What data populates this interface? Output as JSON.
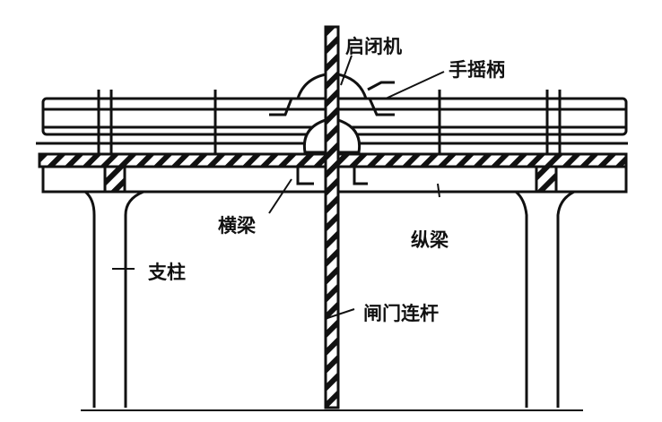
{
  "labels": {
    "hoist": "启闭机",
    "hand_crank": "手摇柄",
    "cross_beam": "横梁",
    "longitudinal_beam": "纵梁",
    "pillar": "支柱",
    "gate_rod": "闸门连杆"
  }
}
